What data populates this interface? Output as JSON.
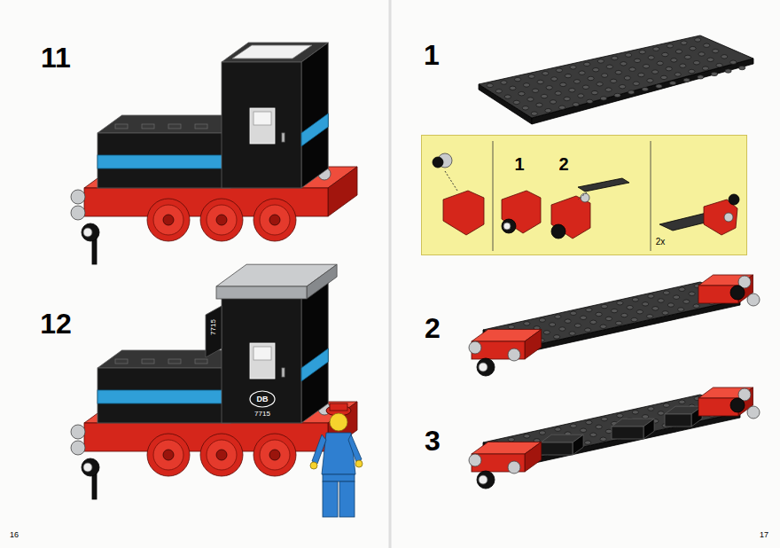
{
  "diagram": {
    "nodes": [
      {
        "text": [
          "1",
          "2",
          "2x"
        ]
      }
    ],
    "labels": [
      "11",
      "12",
      "7715",
      "DB",
      "7715",
      "16",
      "1",
      "2",
      "3",
      "17"
    ]
  }
}
